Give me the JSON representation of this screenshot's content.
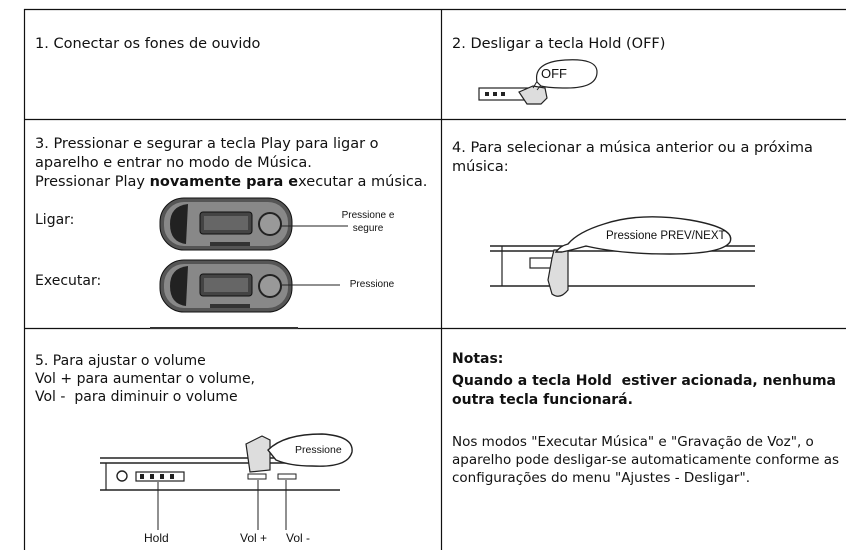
{
  "steps": {
    "s1": "1. Conectar os fones de ouvido",
    "s2": "2. Desligar a tecla Hold (OFF)",
    "s2_bubble": "OFF",
    "s3": {
      "line1": "3. Pressionar e segurar a tecla Play para ligar o",
      "line2": "aparelho e entrar no modo de Música.",
      "line3_a": "Pressionar Play ",
      "line3_b": "novamente para e",
      "line3_c": "xecutar a música.",
      "ligar": "Ligar:",
      "executar": "Executar:",
      "callout_hold": "Pressione e\nsegure",
      "callout_press": "Pressione"
    },
    "s4": {
      "line1": "4. Para selecionar a música anterior ou a próxima",
      "line2": "música:",
      "bubble": "Pressione PREV/NEXT"
    },
    "s5": {
      "line1": "5. Para ajustar o volume",
      "line2": "Vol + para aumentar o volume,",
      "line3": "Vol -  para diminuir o volume",
      "bubble": "Pressione",
      "label_hold": "Hold",
      "label_volp": "Vol +",
      "label_volm": "Vol -"
    },
    "notes": {
      "title": "Notas:",
      "bold1": "Quando a tecla Hold  estiver acionada, nenhuma",
      "bold2": "outra tecla funcionará.",
      "p1": "Nos modos \"Executar Música\" e \"Gravação de Voz\", o",
      "p2": "aparelho pode desligar-se automaticamente conforme as",
      "p3": "configurações do menu \"Ajustes - Desligar\"."
    }
  }
}
